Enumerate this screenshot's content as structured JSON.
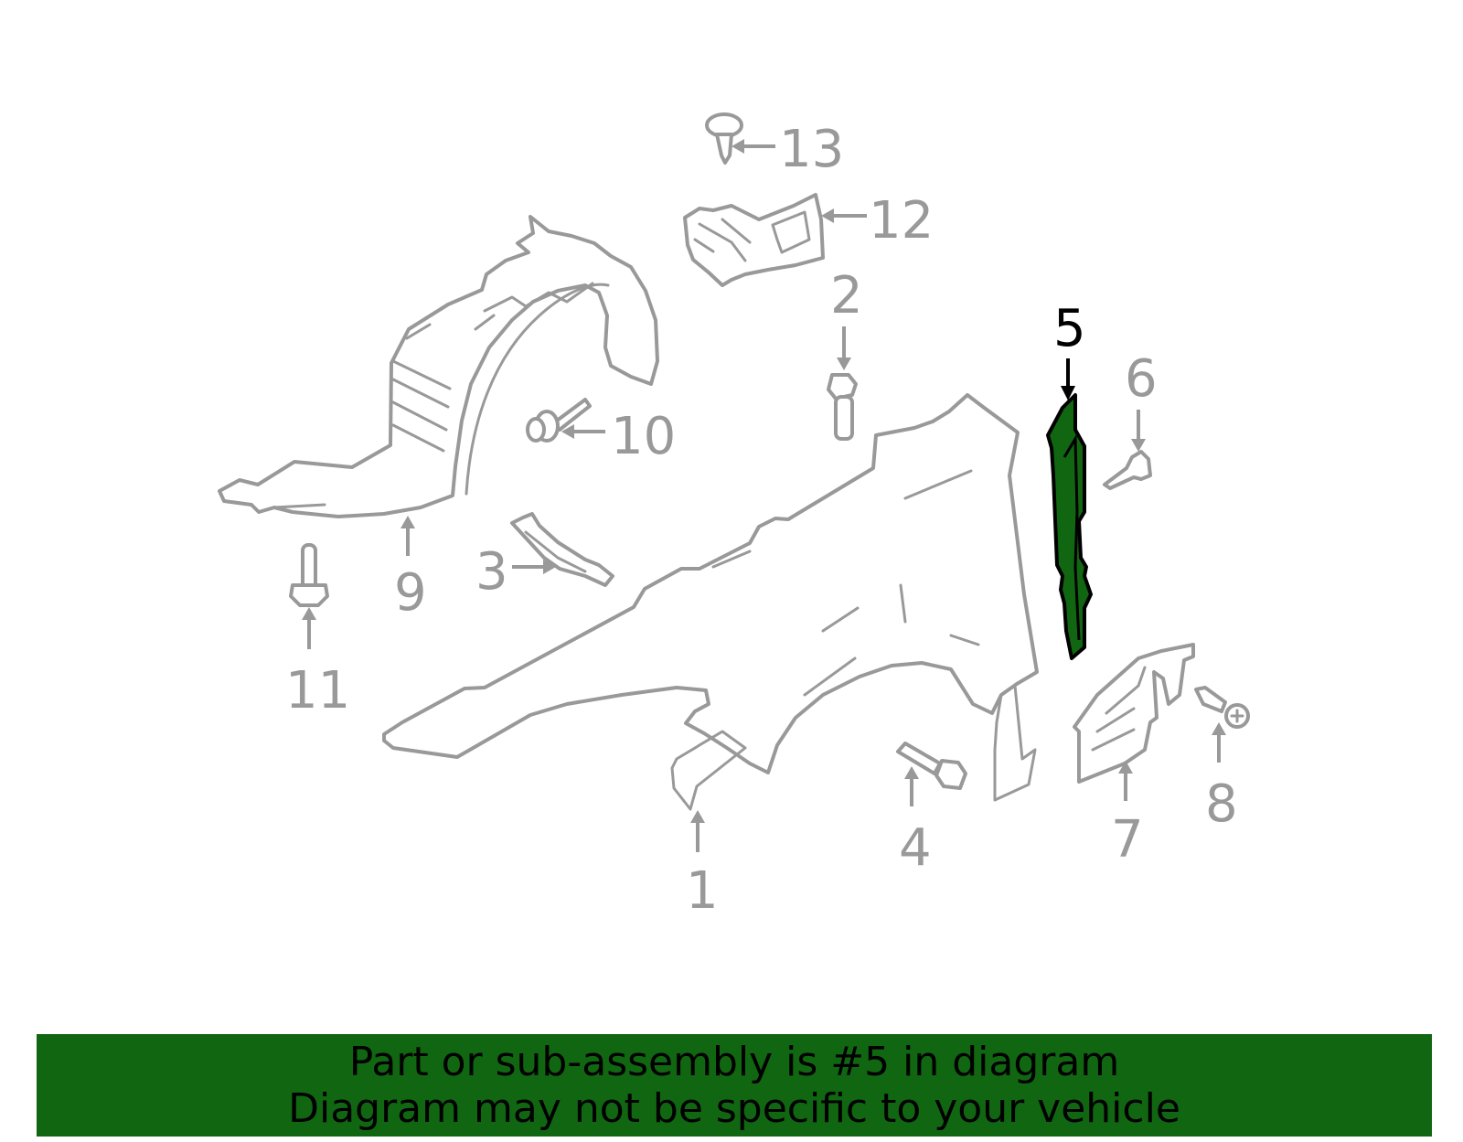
{
  "diagram": {
    "highlight_part": "5",
    "highlight_color": "#116611",
    "outline_color": "#999999",
    "callouts": [
      "1",
      "2",
      "3",
      "4",
      "5",
      "6",
      "7",
      "8",
      "9",
      "10",
      "11",
      "12",
      "13"
    ]
  },
  "banner": {
    "line1": "Part or sub-assembly is #5 in diagram",
    "line2": "Diagram may not be specific to your vehicle",
    "background": "#116611"
  }
}
